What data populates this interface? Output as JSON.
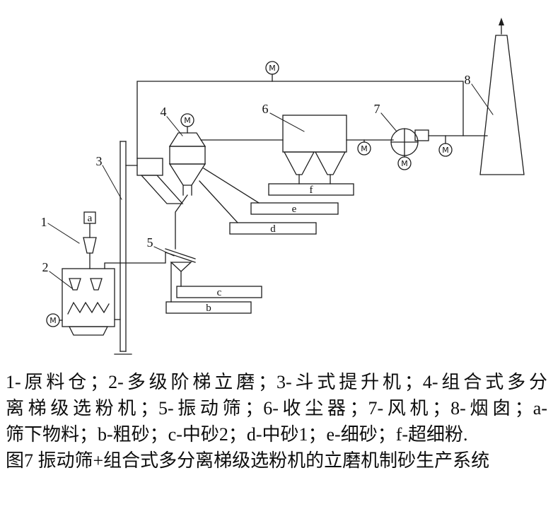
{
  "figure": {
    "motor": "M",
    "labels": {
      "n1": "1",
      "n2": "2",
      "n3": "3",
      "n4": "4",
      "n5": "5",
      "n6": "6",
      "n7": "7",
      "n8": "8",
      "a": "a",
      "b": "b",
      "c": "c",
      "d": "d",
      "e": "e",
      "f": "f"
    }
  },
  "legend": {
    "line1": "1-原料仓；2-多级阶梯立磨；3-斗式提升机；4-组合式多分",
    "line2": "离梯级选粉机；5-振动筛；6-收尘器；7-风机；8-烟囱；a-",
    "line3": "筛下物料；b-粗砂；c-中砂2；d-中砂1；e-细砂；f-超细粉.",
    "caption": "图7 振动筛+组合式多分离梯级选粉机的立磨机制砂生产系统"
  }
}
